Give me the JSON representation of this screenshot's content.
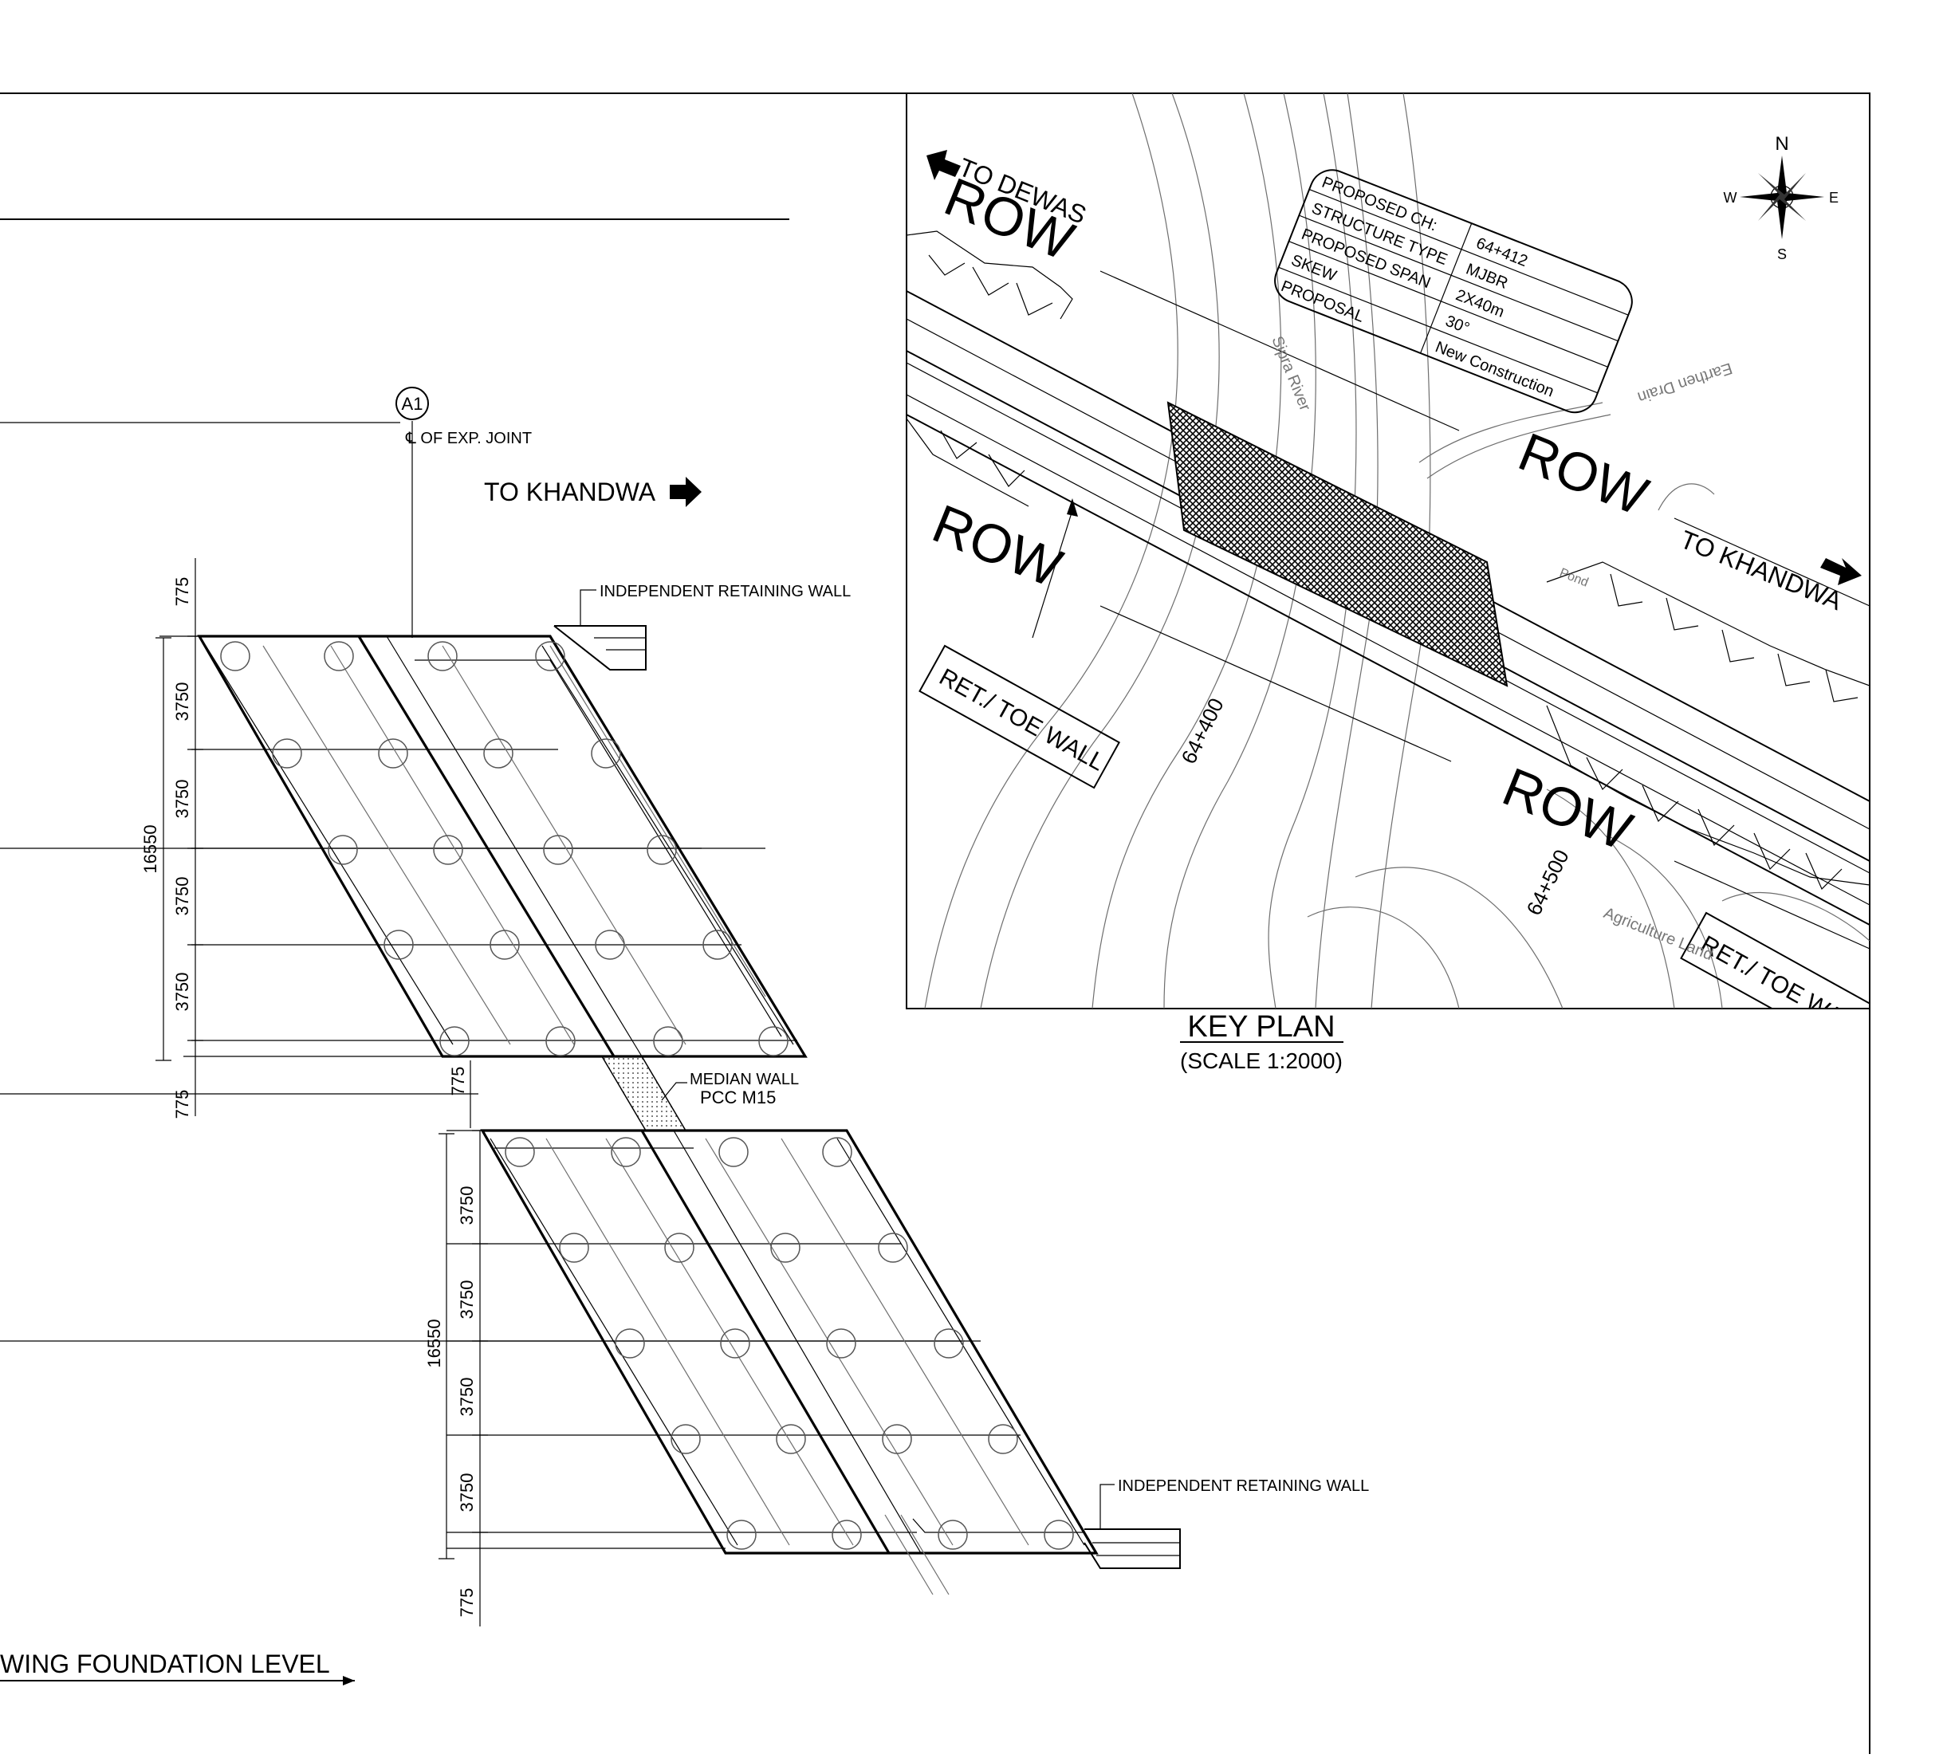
{
  "labels": {
    "joint_tag": "A1",
    "exp_joint": "℄ OF EXP. JOINT",
    "to_khandwa": "TO KHANDWA",
    "retaining_wall_top": "INDEPENDENT RETAINING WALL",
    "retaining_wall_bottom": "INDEPENDENT RETAINING WALL",
    "median_wall": "MEDIAN WALL",
    "pcc": "PCC M15",
    "foundation_level": "WING FOUNDATION LEVEL"
  },
  "dimensions": {
    "top_775_a": "775",
    "top_3750": [
      "3750",
      "3750",
      "3750",
      "3750"
    ],
    "top_total": "16550",
    "top_775_b": "775",
    "gap_775": "775",
    "bottom_3750": [
      "3750",
      "3750",
      "3750",
      "3750"
    ],
    "bottom_total": "16550",
    "bottom_775": "775"
  },
  "key_plan": {
    "title": "KEY PLAN",
    "scale": "(SCALE 1:2000)",
    "to_dewas": "TO DEWAS",
    "to_khandwa": "TO KHANDWA",
    "row": [
      "ROW",
      "ROW",
      "ROW",
      "ROW"
    ],
    "ret_wall_left": "RET./ TOE WALL",
    "ret_wall_right": "RET./ TOE WALL",
    "chainage_a": "64+400",
    "chainage_b": "64+500",
    "river": "Sipra River",
    "drain": "Earthen Drain",
    "agri": "Agriculture Land",
    "pond": "Pond",
    "compass": {
      "n": "N",
      "s": "S",
      "e": "E",
      "w": "W"
    },
    "info_table": [
      {
        "label": "PROPOSED CH:",
        "value": "64+412"
      },
      {
        "label": "STRUCTURE TYPE",
        "value": "MJBR"
      },
      {
        "label": "PROPOSED SPAN",
        "value": "2X40m"
      },
      {
        "label": "SKEW",
        "value": "30°"
      },
      {
        "label": "PROPOSAL",
        "value": "New Construction"
      }
    ]
  }
}
